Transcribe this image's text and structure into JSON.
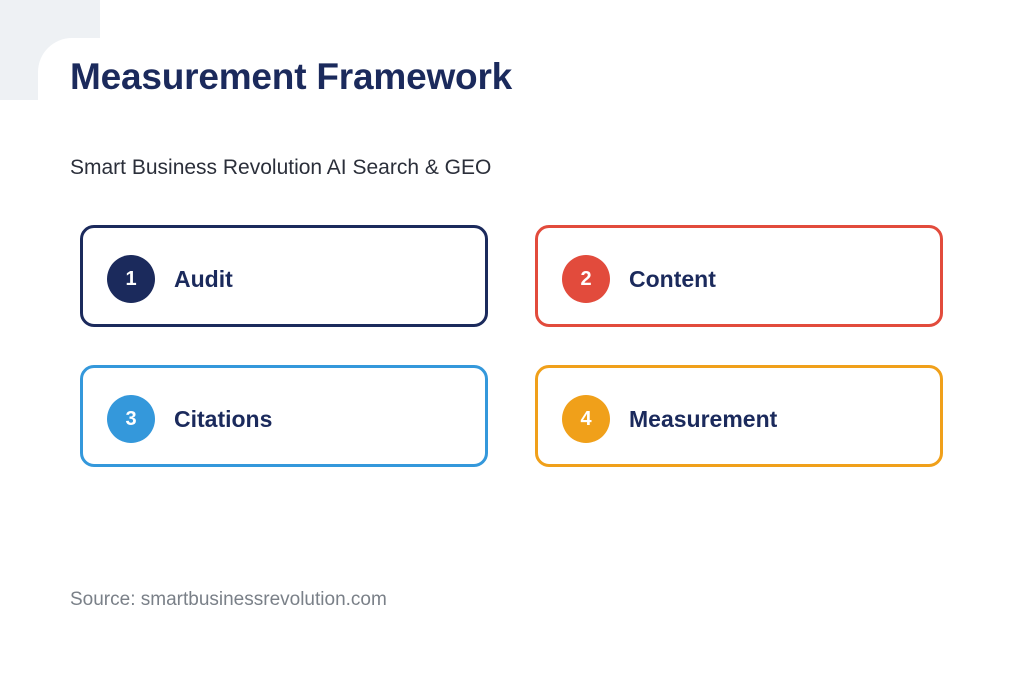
{
  "title": "Measurement Framework",
  "subtitle": "Smart Business Revolution AI Search & GEO",
  "steps": [
    {
      "number": "1",
      "label": "Audit",
      "color": "#1b2a5c"
    },
    {
      "number": "2",
      "label": "Content",
      "color": "#e24b3c"
    },
    {
      "number": "3",
      "label": "Citations",
      "color": "#3498db"
    },
    {
      "number": "4",
      "label": "Measurement",
      "color": "#f0a01a"
    }
  ],
  "source": "Source: smartbusinessrevolution.com",
  "colors": {
    "title": "#1b2a5c",
    "background": "#ffffff",
    "corner": "#eef1f4"
  }
}
